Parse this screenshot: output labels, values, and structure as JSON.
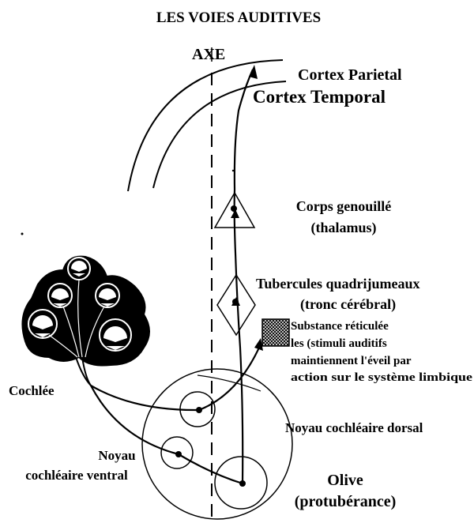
{
  "title": "LES VOIES AUDITIVES",
  "labels": {
    "axe": "AXE",
    "cortex_parietal": "Cortex Parietal",
    "cortex_temporal": "Cortex Temporal",
    "corps_genouille_1": "Corps genouillé",
    "corps_genouille_2": "(thalamus)",
    "tubercules_1": "Tubercules quadrijumeaux",
    "tubercules_2": "(tronc cérébral)",
    "substance_1": "Substance réticulée",
    "substance_2": "les (stimuli auditifs",
    "substance_3": "maintiennent l'éveil par",
    "substance_4": "action sur le système limbique",
    "cochlee": "Cochlée",
    "noyau_dorsal": "Noyau cochléaire dorsal",
    "noyau_ventral_1": "Noyau",
    "noyau_ventral_2": "cochléaire ventral",
    "olive_1": "Olive",
    "olive_2": "(protubérance)"
  },
  "colors": {
    "ink": "#000000",
    "background": "#ffffff",
    "hatch": "#555555"
  }
}
